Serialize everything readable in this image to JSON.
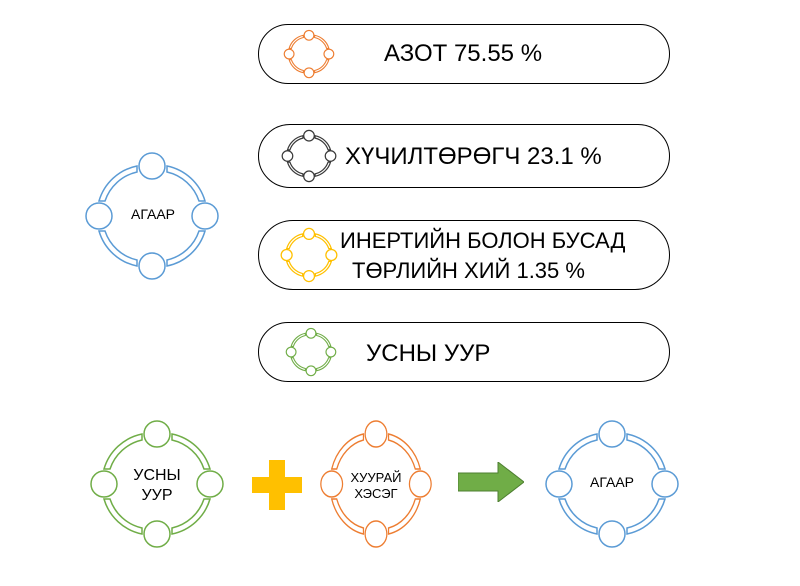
{
  "diagram": {
    "components": [
      {
        "label": "АЗОТ 75.55 %",
        "color": "#ED7D31"
      },
      {
        "label": "ХҮЧИЛТӨРӨГЧ 23.1 %",
        "color": "#3A3A3A"
      },
      {
        "label_line1": "ИНЕРТИЙН БОЛОН БУСАД",
        "label_line2": "ТӨРЛИЙН ХИЙ 1.35 %",
        "color": "#FFC000"
      },
      {
        "label": "УСНЫ УУР",
        "color": "#70AD47"
      }
    ],
    "air_cycle": {
      "label": "АГААР",
      "color": "#5B9BD5"
    },
    "equation": {
      "vapor": {
        "line1": "УСНЫ",
        "line2": "УУР",
        "color": "#70AD47"
      },
      "dry_air": {
        "line1": "ХУУРАЙ",
        "line2": "ХЭСЭГ",
        "color": "#ED7D31"
      },
      "result": {
        "label": "АГААР",
        "color": "#5B9BD5"
      },
      "plus_color": "#FFC000",
      "arrow_color": "#70AD47"
    }
  }
}
